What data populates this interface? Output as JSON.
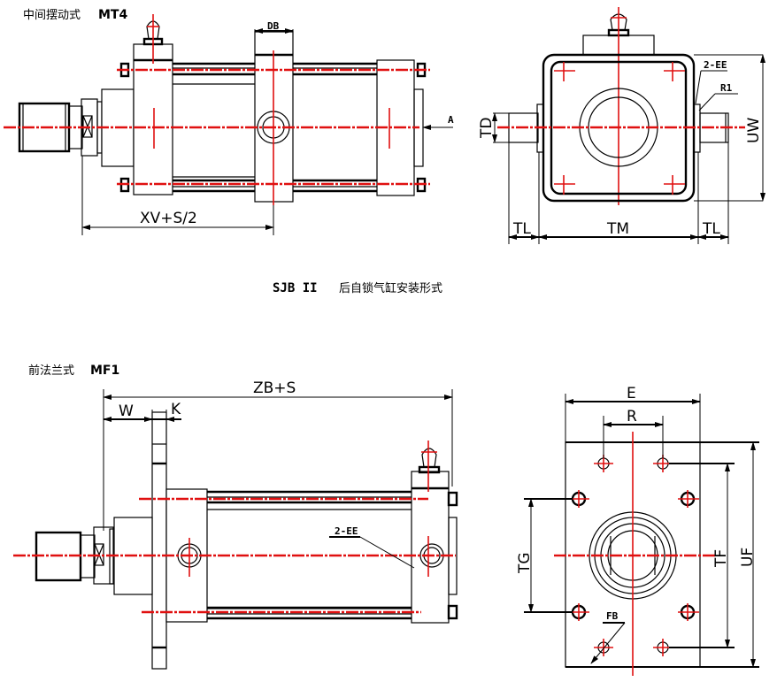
{
  "figure": {
    "caption_code": "SJB II",
    "caption_text": "后自锁气缸安装形式",
    "colors": {
      "outline": "#000000",
      "centerline": "#e01010",
      "background": "#ffffff"
    }
  },
  "views": {
    "mt4": {
      "title_cn": "中间摆动式",
      "title_code": "MT4",
      "side_view": {
        "dims": {
          "db": "DB",
          "xv": "XV+S/2",
          "arrow": "A"
        }
      },
      "end_view": {
        "dims": {
          "td": "TD",
          "uw": "UW",
          "tl_left": "TL",
          "tm": "TM",
          "tl_right": "TL",
          "ee": "2-EE",
          "r1": "R1"
        }
      }
    },
    "mf1": {
      "title_cn": "前法兰式",
      "title_code": "MF1",
      "side_view": {
        "dims": {
          "zb": "ZB+S",
          "w": "W",
          "k": "K",
          "ee": "2-EE"
        }
      },
      "end_view": {
        "dims": {
          "e": "E",
          "r": "R",
          "tg": "TG",
          "tf": "TF",
          "uf": "UF",
          "fb": "FB"
        }
      }
    }
  }
}
